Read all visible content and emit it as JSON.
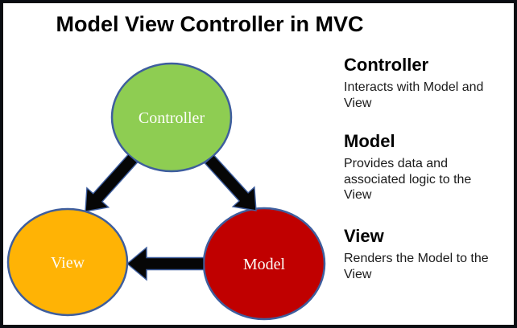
{
  "title": "Model View Controller in MVC",
  "diagram": {
    "nodes": [
      {
        "id": "controller",
        "label": "Controller",
        "fill": "#8ECD52"
      },
      {
        "id": "view",
        "label": "View",
        "fill": "#FFB305"
      },
      {
        "id": "model",
        "label": "Model",
        "fill": "#C00000"
      }
    ],
    "edges": [
      {
        "from": "Controller",
        "to": "View"
      },
      {
        "from": "Controller",
        "to": "Model"
      },
      {
        "from": "Model",
        "to": "View"
      }
    ],
    "node_stroke_color": "#3E5E9E",
    "arrow_color": "#060606",
    "arrow_outline_color": "#3E5E9E"
  },
  "legend": {
    "items": [
      {
        "heading": "Controller",
        "description": "Interacts with Model and\nView"
      },
      {
        "heading": "Model",
        "description": "Provides data and\nassociated logic to the\nView"
      },
      {
        "heading": "View",
        "description": "Renders the Model to the\nView"
      }
    ]
  }
}
